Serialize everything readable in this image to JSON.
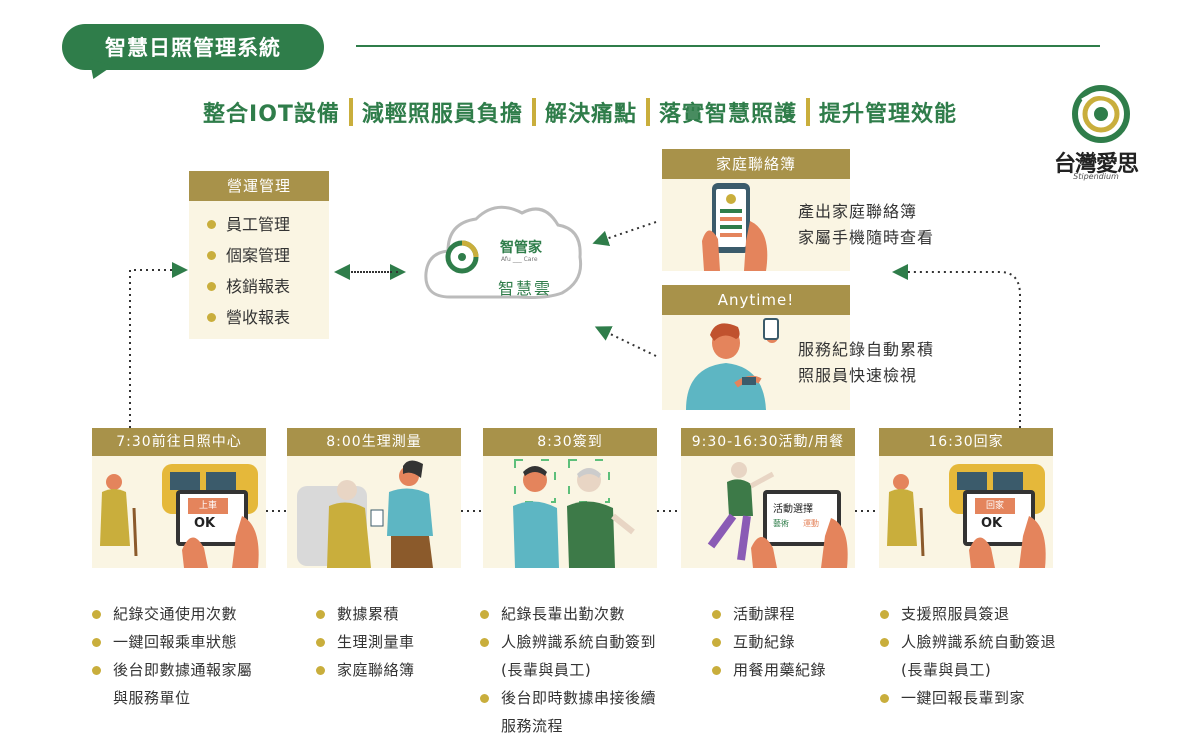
{
  "header": {
    "title": "智慧日照管理系統",
    "slogans": [
      "整合IOT設備",
      "減輕照服員負擔",
      "解決痛點",
      "落實智慧照護",
      "提升管理效能"
    ]
  },
  "logo": {
    "name": "台灣愛思",
    "sub": "Stipendium"
  },
  "operations": {
    "title": "營運管理",
    "items": [
      "員工管理",
      "個案管理",
      "核銷報表",
      "營收報表"
    ]
  },
  "cloud": {
    "brand": "智管家",
    "brand_sub": "Afu ___ Care",
    "name": "智慧雲"
  },
  "family_book": {
    "title": "家庭聯絡簿",
    "lines": [
      "產出家庭聯絡簿",
      "家屬手機隨時查看"
    ]
  },
  "anytime": {
    "title": "Anytime!",
    "lines": [
      "服務紀錄自動累積",
      "照服員快速檢視"
    ]
  },
  "timeline": [
    {
      "title": "7:30前往日照中心",
      "screen_label": "上車",
      "screen_status": "OK",
      "bullets": [
        [
          "紀錄交通使用次數"
        ],
        [
          "一鍵回報乘車狀態"
        ],
        [
          "後台即數據通報家屬",
          "與服務單位"
        ]
      ]
    },
    {
      "title": "8:00生理測量",
      "bullets": [
        [
          "數據累積"
        ],
        [
          "生理測量車"
        ],
        [
          "家庭聯絡簿"
        ]
      ]
    },
    {
      "title": "8:30簽到",
      "bullets": [
        [
          "紀錄長輩出勤次數"
        ],
        [
          "人臉辨識系統自動簽到",
          "(長輩與員工)"
        ],
        [
          "後台即時數據串接後續",
          "服務流程"
        ]
      ]
    },
    {
      "title": "9:30-16:30活動/用餐",
      "screen_label": "活動選擇",
      "screen_opts": [
        "藝術",
        "運動"
      ],
      "bullets": [
        [
          "活動課程"
        ],
        [
          "互動紀錄"
        ],
        [
          "用餐用藥紀錄"
        ]
      ]
    },
    {
      "title": "16:30回家",
      "screen_label": "回家",
      "screen_status": "OK",
      "bullets": [
        [
          "支援照服員簽退"
        ],
        [
          "人臉辨識系統自動簽退",
          "(長輩與員工)"
        ],
        [
          "一鍵回報長輩到家"
        ]
      ]
    }
  ],
  "colors": {
    "green": "#2f7d4a",
    "gold": "#a8924a",
    "dot": "#c9ae3c",
    "panel": "#faf5e3"
  }
}
